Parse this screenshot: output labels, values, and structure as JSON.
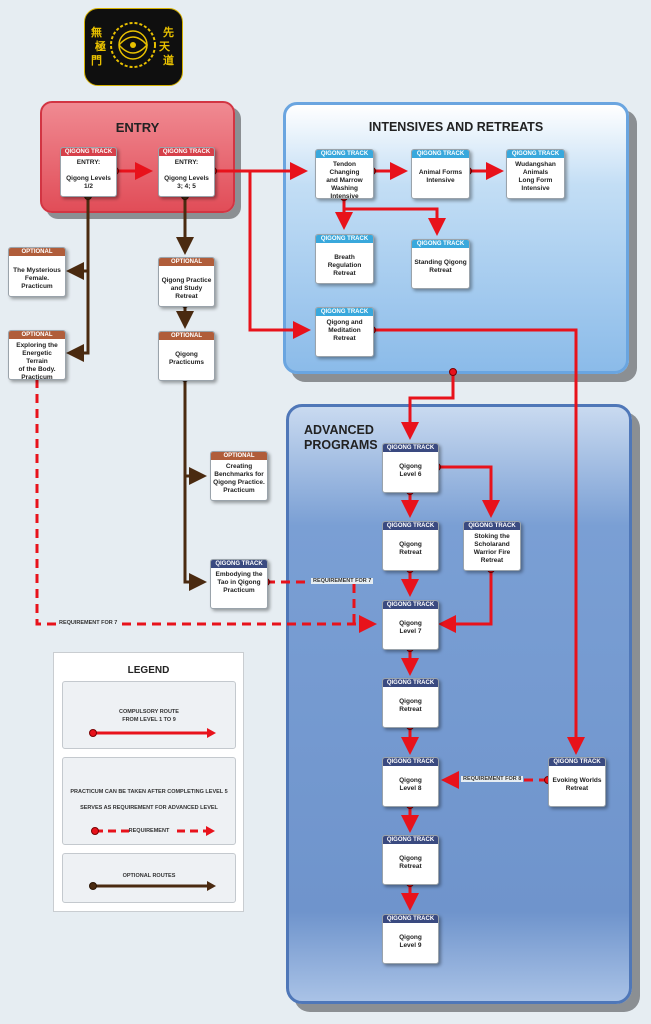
{
  "logo": {
    "chars_left": [
      "無",
      "極",
      "門"
    ],
    "chars_right": [
      "先",
      "天",
      "道"
    ]
  },
  "panels": {
    "entry": "ENTRY",
    "intensives": "INTENSIVES AND RETREATS",
    "advanced": "ADVANCED\nPROGRAMS"
  },
  "nodes": [
    {
      "id": "entry12",
      "header": "QIGONG TRACK",
      "text": "ENTRY:\n\nQigong Levels\n1/2",
      "style": "qi"
    },
    {
      "id": "entry345",
      "header": "QIGONG TRACK",
      "text": "ENTRY:\n\nQigong Levels\n3; 4; 5",
      "style": "qi"
    },
    {
      "id": "tendon",
      "header": "QIGONG TRACK",
      "text": "Tendon Changing\nand Marrow\nWashing\nIntensive",
      "style": "blue"
    },
    {
      "id": "animal",
      "header": "QIGONG TRACK",
      "text": "\nAnimal Forms\nIntensive",
      "style": "blue"
    },
    {
      "id": "wudang",
      "header": "QIGONG TRACK",
      "text": "Wudangshan\nAnimals\nLong Form\nIntensive",
      "style": "blue"
    },
    {
      "id": "breath",
      "header": "QIGONG TRACK",
      "text": "\nBreath Regulation\nRetreat",
      "style": "blue"
    },
    {
      "id": "standing",
      "header": "QIGONG TRACK",
      "text": "\nStanding Qigong\nRetreat",
      "style": "blue"
    },
    {
      "id": "qimed",
      "header": "QIGONG TRACK",
      "text": "Qigong and\nMeditation\nRetreat",
      "style": "blue"
    },
    {
      "id": "mysterious",
      "header": "OPTIONAL",
      "text": "\nThe Mysterious\nFemale.\nPracticum",
      "style": "opt"
    },
    {
      "id": "exploring",
      "header": "OPTIONAL",
      "text": "Exploring the\nEnergetic Terrain\nof the Body.\nPracticum",
      "style": "opt"
    },
    {
      "id": "practice",
      "header": "OPTIONAL",
      "text": "\nQigong Practice\nand Study\nRetreat",
      "style": "opt"
    },
    {
      "id": "practicums",
      "header": "OPTIONAL",
      "text": "\nQigong\nPracticums",
      "style": "opt"
    },
    {
      "id": "benchmarks",
      "header": "OPTIONAL",
      "text": "Creating\nBenchmarks for\nQigong Practice.\nPracticum",
      "style": "opt"
    },
    {
      "id": "embody",
      "header": "QIGONG TRACK",
      "text": "Embodying the\nTao in Qigong\nPracticum",
      "style": "navy"
    },
    {
      "id": "level6",
      "header": "QIGONG TRACK",
      "text": "\nQigong\nLevel 6",
      "style": "navy"
    },
    {
      "id": "retreat6",
      "header": "QIGONG TRACK",
      "text": "\nQigong\nRetreat",
      "style": "navy"
    },
    {
      "id": "stoking",
      "header": "QIGONG TRACK",
      "text": "Stoking the\nScholarand\nWarrior Fire\nRetreat",
      "style": "navy"
    },
    {
      "id": "level7",
      "header": "QIGONG TRACK",
      "text": "\nQigong\nLevel 7",
      "style": "navy"
    },
    {
      "id": "retreat7",
      "header": "QIGONG TRACK",
      "text": "\nQigong\nRetreat",
      "style": "navy"
    },
    {
      "id": "level8",
      "header": "QIGONG TRACK",
      "text": "\nQigong\nLevel 8",
      "style": "navy"
    },
    {
      "id": "evoking",
      "header": "QIGONG TRACK",
      "text": "\nEvoking Worlds\nRetreat",
      "style": "navy"
    },
    {
      "id": "retreat8",
      "header": "QIGONG TRACK",
      "text": "\nQigong\nRetreat",
      "style": "navy"
    },
    {
      "id": "level9",
      "header": "QIGONG TRACK",
      "text": "\nQigong\nLevel 9",
      "style": "navy"
    }
  ],
  "requirement_labels": {
    "req7_embody": "REQUIREMENT FOR 7",
    "req7_exploring": "REQUIREMENT FOR 7",
    "req8": "REQUIREMENT FOR 8"
  },
  "legend": {
    "title": "LEGEND",
    "compulsory": "COMPULSORY ROUTE\nFROM LEVEL 1 TO  9",
    "practicum": "PRACTICUM CAN BE TAKEN AFTER COMPLETING LEVEL 5\n\nSERVES AS REQUIREMENT FOR ADVANCED LEVEL",
    "requirement": "REQUIREMENT",
    "optional": "OPTIONAL ROUTES"
  },
  "colors": {
    "compulsory": "#e8121b",
    "optional": "#4a2a10",
    "entry_panel": "#e14d58",
    "intensive_panel": "#8bbbe9",
    "advanced_panel": "#6f94cc"
  }
}
